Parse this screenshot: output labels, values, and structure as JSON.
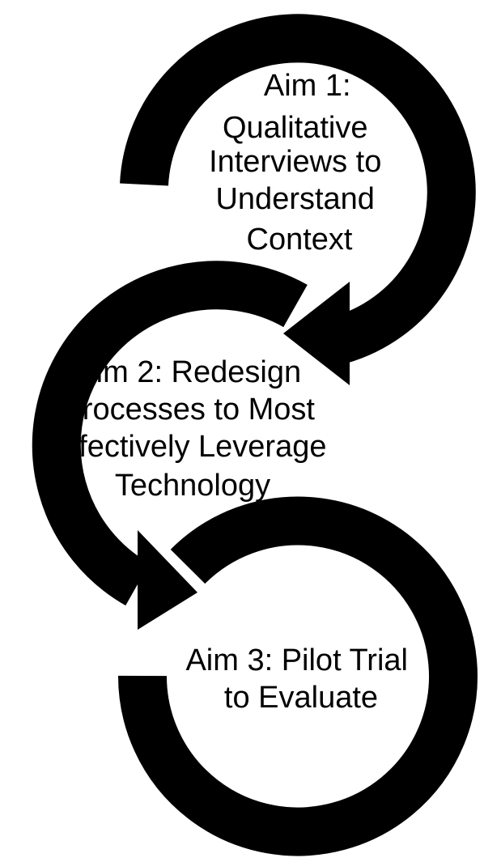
{
  "diagram": {
    "stroke_color": "#000000",
    "background_color": "#ffffff",
    "aims": [
      {
        "lines": [
          "Aim 1:",
          "Qualitative",
          "Interviews to",
          "Understand",
          "Context"
        ]
      },
      {
        "lines": [
          "Aim 2: Redesign",
          "Processes to Most",
          "Effectively Leverage",
          "Technology"
        ]
      },
      {
        "lines": [
          "Aim 3: Pilot Trial",
          "to Evaluate"
        ]
      }
    ]
  }
}
